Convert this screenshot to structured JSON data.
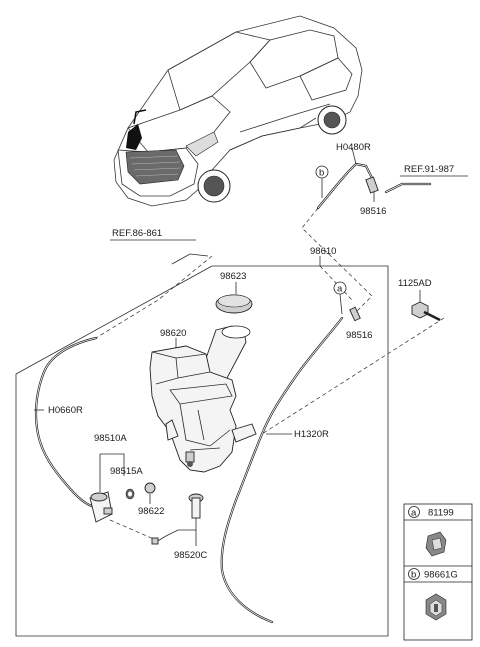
{
  "parts": {
    "p98610": "98610",
    "p98623": "98623",
    "p98620": "98620",
    "p98516_top": "98516",
    "p98516_mid": "98516",
    "pH0480R": "H0480R",
    "pRef91": "REF.91-987",
    "pRef86": "REF.86-861",
    "p1125AD": "1125AD",
    "pH0660R": "H0660R",
    "pH1320R": "H1320R",
    "p98510A": "98510A",
    "p98515A": "98515A",
    "p98622": "98622",
    "p98520C": "98520C"
  },
  "callouts": {
    "a": "a",
    "b": "b"
  },
  "legend": {
    "items": [
      {
        "letter": "a",
        "part": "81199"
      },
      {
        "letter": "b",
        "part": "98661G"
      }
    ]
  }
}
